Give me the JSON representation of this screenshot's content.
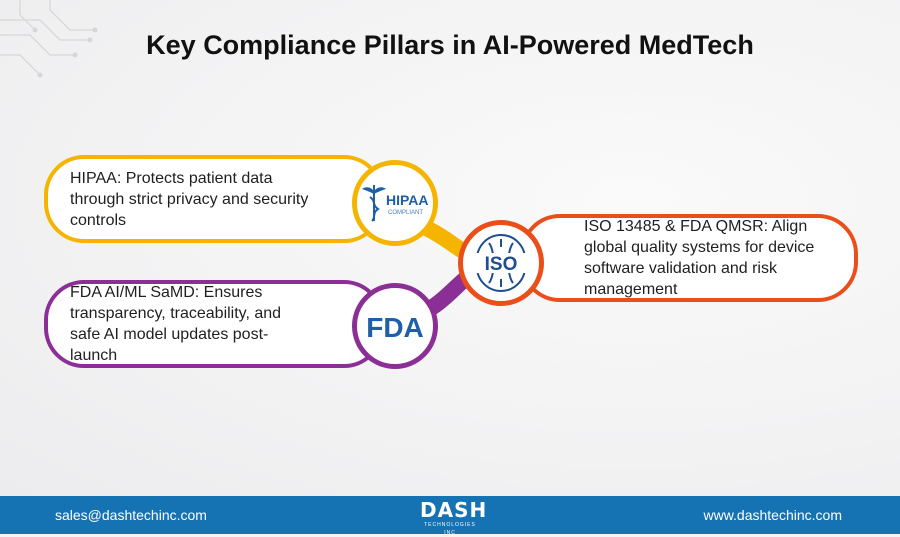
{
  "title": "Key Compliance Pillars in AI-Powered MedTech",
  "pillars": {
    "hipaa": {
      "text": "HIPAA: Protects patient data through strict privacy and security controls",
      "icon": "hipaa-logo-icon",
      "logo_text": "HIPAA",
      "logo_sub": "COMPLIANT",
      "color": "#f4b400"
    },
    "iso": {
      "text": "ISO 13485 & FDA QMSR: Align global quality systems for device software validation and risk management",
      "icon": "iso-logo-icon",
      "logo_text": "ISO",
      "color": "#e94e1b"
    },
    "fda": {
      "text": "FDA AI/ML SaMD: Ensures transparency, traceability, and safe AI model updates post-launch",
      "icon": "fda-logo-icon",
      "logo_text": "FDA",
      "color": "#8b2f96"
    }
  },
  "footer": {
    "email": "sales@dashtechinc.com",
    "website": "www.dashtechinc.com",
    "logo_text": "DASH",
    "logo_sub": "TECHNOLOGIES INC",
    "background": "#1573b3"
  }
}
